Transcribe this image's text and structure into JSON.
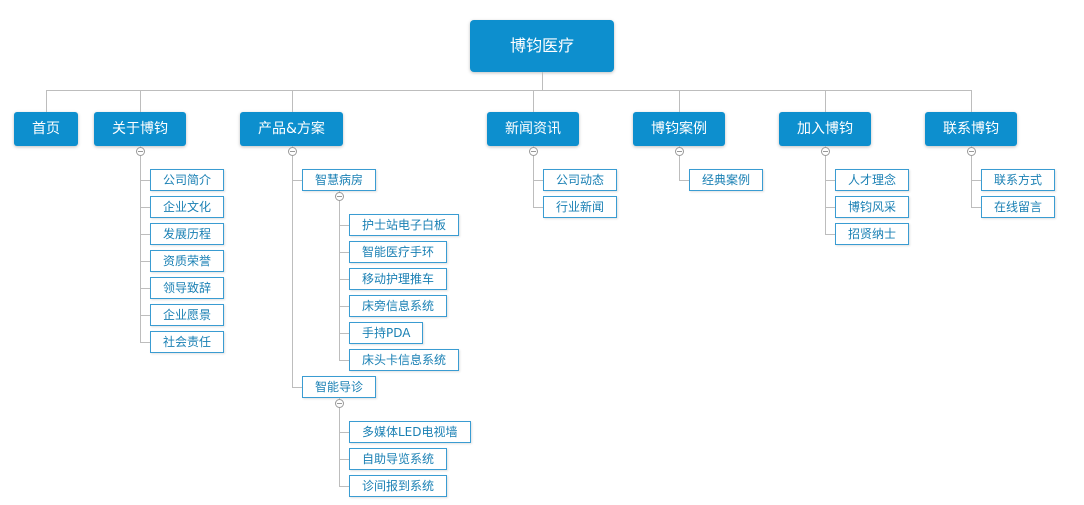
{
  "colors": {
    "primary": "#0d8fce",
    "node_border": "#3a9cd2",
    "node_text": "#1a80b4",
    "line": "#bdbdbd"
  },
  "tree": {
    "name": "bojun-medical",
    "label": "博钧医疗",
    "children": [
      {
        "name": "home",
        "label": "首页"
      },
      {
        "name": "about-bojun",
        "label": "关于博钧",
        "children": [
          {
            "name": "company-profile",
            "label": "公司简介"
          },
          {
            "name": "corporate-culture",
            "label": "企业文化"
          },
          {
            "name": "development-history",
            "label": "发展历程"
          },
          {
            "name": "qualifications-honors",
            "label": "资质荣誉"
          },
          {
            "name": "leader-speech",
            "label": "领导致辞"
          },
          {
            "name": "corporate-vision",
            "label": "企业愿景"
          },
          {
            "name": "social-responsibility",
            "label": "社会责任"
          }
        ]
      },
      {
        "name": "products-solutions",
        "label": "产品&方案",
        "children": [
          {
            "name": "smart-ward",
            "label": "智慧病房",
            "children": [
              {
                "name": "nurse-station-e-whiteboard",
                "label": "护士站电子白板"
              },
              {
                "name": "smart-medical-wristband",
                "label": "智能医疗手环"
              },
              {
                "name": "mobile-nursing-cart",
                "label": "移动护理推车"
              },
              {
                "name": "bedside-info-system",
                "label": "床旁信息系统"
              },
              {
                "name": "handheld-pda",
                "label": "手持PDA"
              },
              {
                "name": "bedhead-card-info-system",
                "label": "床头卡信息系统"
              }
            ]
          },
          {
            "name": "smart-guidance",
            "label": "智能导诊",
            "children": [
              {
                "name": "multimedia-led-tv-wall",
                "label": "多媒体LED电视墙"
              },
              {
                "name": "self-guide-system",
                "label": "自助导览系统"
              },
              {
                "name": "clinic-checkin-system",
                "label": "诊间报到系统"
              }
            ]
          }
        ]
      },
      {
        "name": "news",
        "label": "新闻资讯",
        "children": [
          {
            "name": "company-news",
            "label": "公司动态"
          },
          {
            "name": "industry-news",
            "label": "行业新闻"
          }
        ]
      },
      {
        "name": "bojun-cases",
        "label": "博钧案例",
        "children": [
          {
            "name": "classic-cases",
            "label": "经典案例"
          }
        ]
      },
      {
        "name": "join-bojun",
        "label": "加入博钧",
        "children": [
          {
            "name": "talent-concept",
            "label": "人才理念"
          },
          {
            "name": "bojun-style",
            "label": "博钧风采"
          },
          {
            "name": "recruitment",
            "label": "招贤纳士"
          }
        ]
      },
      {
        "name": "contact-bojun",
        "label": "联系博钧",
        "children": [
          {
            "name": "contact-info",
            "label": "联系方式"
          },
          {
            "name": "online-message",
            "label": "在线留言"
          }
        ]
      }
    ]
  }
}
